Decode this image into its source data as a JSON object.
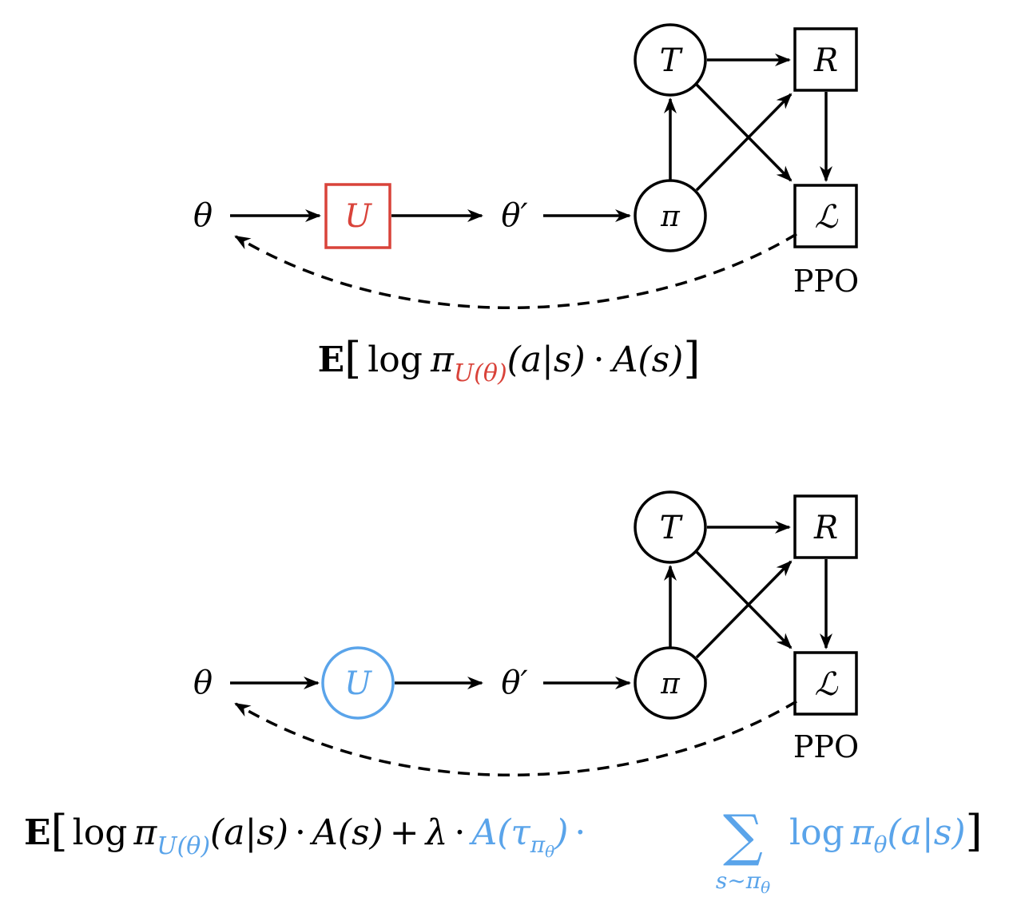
{
  "colors": {
    "ink": "#000000",
    "red": "#d9433a",
    "blue": "#5aa4ea"
  },
  "diagram_top": {
    "nodes": {
      "theta": "θ",
      "update": "U",
      "theta_prime": "θ′",
      "policy": "π",
      "transition": "T",
      "reward": "R",
      "loss": "ℒ",
      "loss_caption": "PPO"
    },
    "formula": {
      "expect": "E",
      "open": "[",
      "log": "log",
      "pi": "π",
      "sub": "U(θ)",
      "arg": "(a|s)",
      "dot": "·",
      "adv": "A(s)",
      "close": "]"
    }
  },
  "diagram_bottom": {
    "nodes": {
      "theta": "θ",
      "update": "U",
      "theta_prime": "θ′",
      "policy": "π",
      "transition": "T",
      "reward": "R",
      "loss": "ℒ",
      "loss_caption": "PPO"
    },
    "formula": {
      "expect": "E",
      "open": "[",
      "log": "log",
      "pi": "π",
      "sub": "U(θ)",
      "arg": "(a|s)",
      "dot1": "·",
      "adv": "A(s)",
      "plus": "+",
      "lambda": "λ",
      "dot2": "·",
      "adv_tau": "A(τ",
      "adv_tau_sub": "π",
      "adv_tau_subsub": "θ",
      "adv_tau_close": ")",
      "dot3": "·",
      "sum": "∑",
      "sum_under": "s∼π",
      "sum_under_sub": "θ",
      "log2": "log",
      "pi2": "π",
      "pi2_sub": "θ",
      "arg2": "(a|s)",
      "close": "]"
    }
  }
}
